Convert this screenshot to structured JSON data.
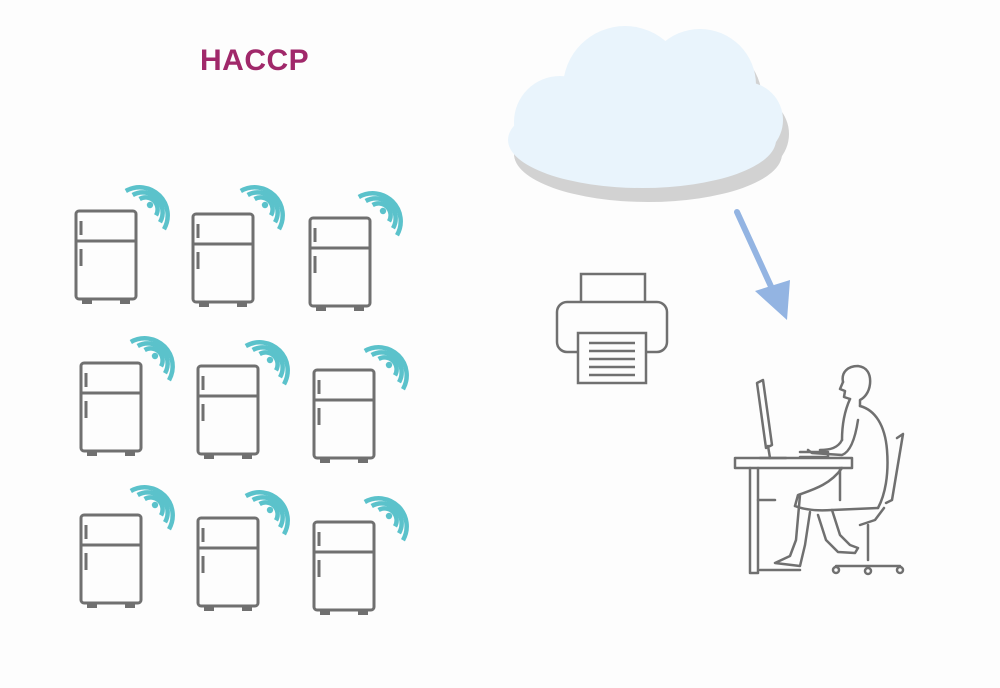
{
  "title": "HACCP",
  "colors": {
    "title": "#a0286a",
    "line": "#707070",
    "wifi": "#5bc2cb",
    "cloud_fill": "#e9f4fc",
    "cloud_shadow": "#d2d2d2",
    "arrow": "#93b4e2"
  },
  "fridge_grid": {
    "rows": 3,
    "columns": 3
  },
  "icons": {
    "fridge": "refrigerator-icon",
    "wifi": "wifi-signal-icon",
    "cloud": "cloud-icon",
    "printer": "printer-icon",
    "arrow": "arrow-down-icon",
    "workstation": "person-at-computer-icon"
  }
}
